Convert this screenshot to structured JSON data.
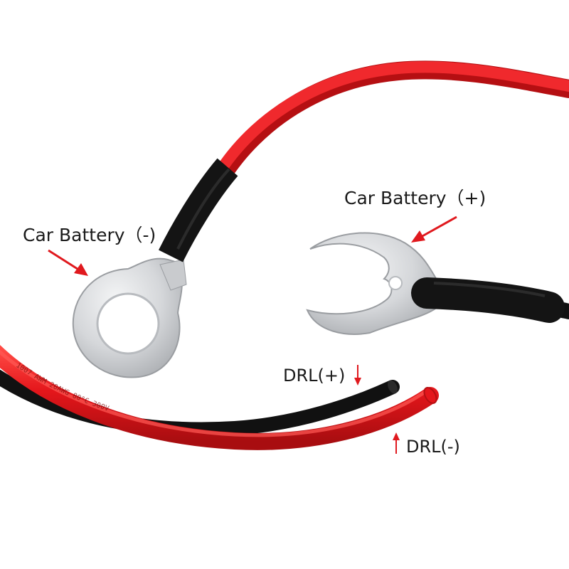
{
  "labels": {
    "battery_negative": "Car Battery（-)",
    "battery_positive": "Car Battery（+)",
    "drl_positive": "DRL(+)",
    "drl_negative": "DRL(-)"
  },
  "wire_print": "1007 AWM 20AWG 80°C 300V",
  "colors": {
    "background": "#ffffff",
    "red_wire": "#e4161b",
    "black_wire": "#121212",
    "heat_shrink": "#151515",
    "terminal_metal": "#d7d9dc",
    "arrow": "#e0191e",
    "label_text": "#1a1a1a"
  }
}
